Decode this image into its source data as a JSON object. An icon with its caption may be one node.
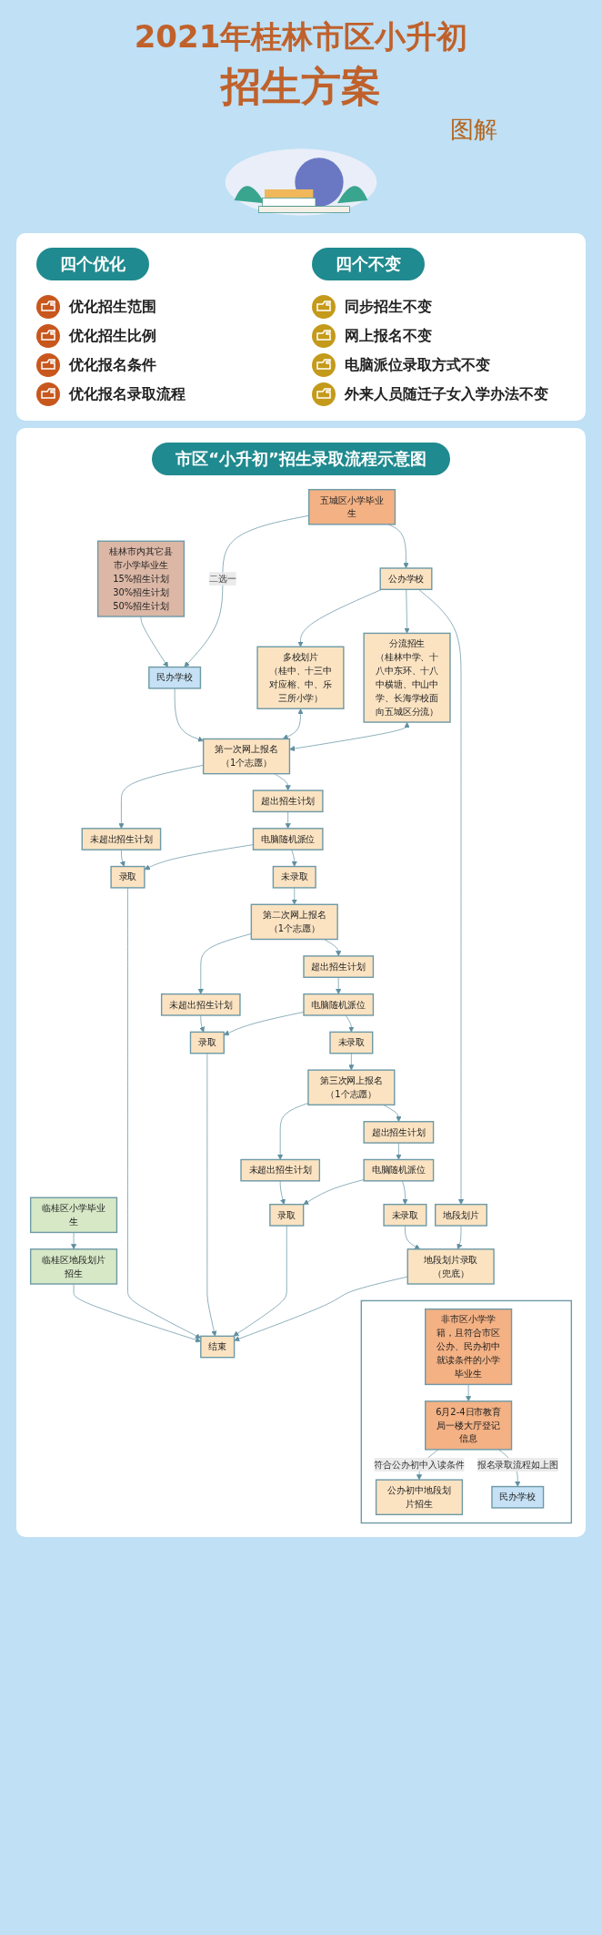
{
  "diagram": {
    "title": "2021年桂林市区小升初",
    "nodes": [
      {
        "text": [
          "临桂区小学毕业生"
        ]
      },
      {
        "text": [
          "桂林市内其它县市小学毕业生",
          "15%招生计划",
          "30%招生计划",
          "50%招生计划"
        ]
      },
      {
        "text": [
          "五城区小学毕业生"
        ]
      },
      {
        "text": [
          "民办学校"
        ]
      },
      {
        "text": [
          "公办学校"
        ]
      },
      {
        "text": [
          "临桂区地段划片招生"
        ]
      },
      {
        "text": [
          "多校划片",
          "（桂中、十三中对应榕、中、乐三所小学）"
        ]
      },
      {
        "text": [
          "分流招生",
          "（桂林中学、十八中东环、十八中横塘、中山中学、长海学校面向五城区分流）"
        ]
      },
      {
        "text": [
          "地段划片"
        ]
      },
      {
        "text": [
          "第一次网上报名（1个志愿）"
        ]
      },
      {
        "text": [
          "未超出招生计划"
        ]
      },
      {
        "text": [
          "超出招生计划"
        ]
      },
      {
        "text": [
          "电脑随机派位"
        ]
      },
      {
        "text": [
          "录取"
        ]
      },
      {
        "text": [
          "未录取"
        ]
      },
      {
        "text": [
          "第二次网上报名（1个志愿）"
        ]
      },
      {
        "text": [
          "未超出招生计划"
        ]
      },
      {
        "text": [
          "超出招生计划"
        ]
      },
      {
        "text": [
          "电脑随机派位"
        ]
      },
      {
        "text": [
          "录取"
        ]
      },
      {
        "text": [
          "未录取"
        ]
      },
      {
        "text": [
          "第三次网上报名（1个志愿）"
        ]
      },
      {
        "text": [
          "未超出招生计划"
        ]
      },
      {
        "text": [
          "超出招生计划"
        ]
      },
      {
        "text": [
          "电脑随机派位"
        ]
      },
      {
        "text": [
          "录取"
        ]
      },
      {
        "text": [
          "未录取"
        ]
      },
      {
        "text": [
          "结束"
        ]
      },
      {
        "text": [
          "地段划片录取（兜底）"
        ]
      },
      {
        "text": [],
        "shape": "box"
      },
      {
        "text": [
          "非市区小学学籍，且符合市区公办、民办初中就读条件的小学毕业生"
        ],
        "in": 29
      },
      {
        "text": [
          "6月2-4日市教育局一楼大厅登记信息"
        ],
        "in": 29
      },
      {
        "text": [
          "公办初中地段划片招生"
        ],
        "in": 29
      },
      {
        "text": [
          "民办学校"
        ],
        "in": 29
      }
    ],
    "edges": [
      {
        "from": 0,
        "to": 5,
        "arrow": "to"
      },
      {
        "from": 1,
        "to": 3,
        "arrow": "to"
      },
      {
        "from": 2,
        "to": 3,
        "arrow": "to",
        "label": "二选一"
      },
      {
        "from": 2,
        "to": 4,
        "arrow": "to"
      },
      {
        "from": 4,
        "to": 6,
        "arrow": "to"
      },
      {
        "from": 4,
        "to": 7,
        "arrow": "to"
      },
      {
        "from": 4,
        "to": 8,
        "arrow": "to"
      },
      {
        "from": 3,
        "to": 9,
        "arrow": "to"
      },
      {
        "from": 6,
        "to": 9,
        "arrow": "both"
      },
      {
        "from": 7,
        "to": 9,
        "arrow": "both"
      },
      {
        "from": 9,
        "to": 10,
        "arrow": "to"
      },
      {
        "from": 9,
        "to": 11,
        "arrow": "to"
      },
      {
        "from": 10,
        "to": 13,
        "arrow": "to"
      },
      {
        "from": 11,
        "to": 12,
        "arrow": "to"
      },
      {
        "from": 12,
        "to": 13,
        "arrow": "to"
      },
      {
        "from": 12,
        "to": 14,
        "arrow": "to"
      },
      {
        "from": 14,
        "to": 15,
        "arrow": "to"
      },
      {
        "from": 15,
        "to": 16,
        "arrow": "to"
      },
      {
        "from": 15,
        "to": 17,
        "arrow": "to"
      },
      {
        "from": 16,
        "to": 19,
        "arrow": "to"
      },
      {
        "from": 17,
        "to": 18,
        "arrow": "to"
      },
      {
        "from": 18,
        "to": 19,
        "arrow": "to"
      },
      {
        "from": 18,
        "to": 20,
        "arrow": "to"
      },
      {
        "from": 20,
        "to": 21,
        "arrow": "to"
      },
      {
        "from": 21,
        "to": 22,
        "arrow": "to"
      },
      {
        "from": 21,
        "to": 23,
        "arrow": "to"
      },
      {
        "from": 22,
        "to": 25,
        "arrow": "to"
      },
      {
        "from": 23,
        "to": 24,
        "arrow": "to"
      },
      {
        "from": 24,
        "to": 25,
        "arrow": "to"
      },
      {
        "from": 24,
        "to": 26,
        "arrow": "to"
      },
      {
        "from": 26,
        "to": 28,
        "arrow": "to"
      },
      {
        "from": 8,
        "to": 28,
        "arrow": "to"
      },
      {
        "from": 28,
        "to": 27,
        "arrow": "to"
      },
      {
        "from": 5,
        "to": 27,
        "arrow": "to"
      },
      {
        "from": 13,
        "to": 27,
        "arrow": "to"
      },
      {
        "from": 19,
        "to": 27,
        "arrow": "to"
      },
      {
        "from": 25,
        "to": 27,
        "arrow": "to"
      },
      {
        "from": 30,
        "to": 31,
        "arrow": "to"
      },
      {
        "from": 31,
        "to": 32,
        "arrow": "to",
        "label": "符合公办初中入读条件"
      },
      {
        "from": 31,
        "to": 33,
        "arrow": "to",
        "label": "报名录取流程如上图"
      }
    ],
    "labels": [
      "招生方案",
      "图解",
      "四个优化",
      "优化招生范围",
      "优化招生比例",
      "优化报名条件",
      "优化报名录取流程",
      "四个不变",
      "同步招生不变",
      "网上报名不变",
      "电脑派位录取方式不变",
      "外来人员随迁子女入学办法不变",
      "市区“小升初”招生录取流程示意图"
    ]
  }
}
